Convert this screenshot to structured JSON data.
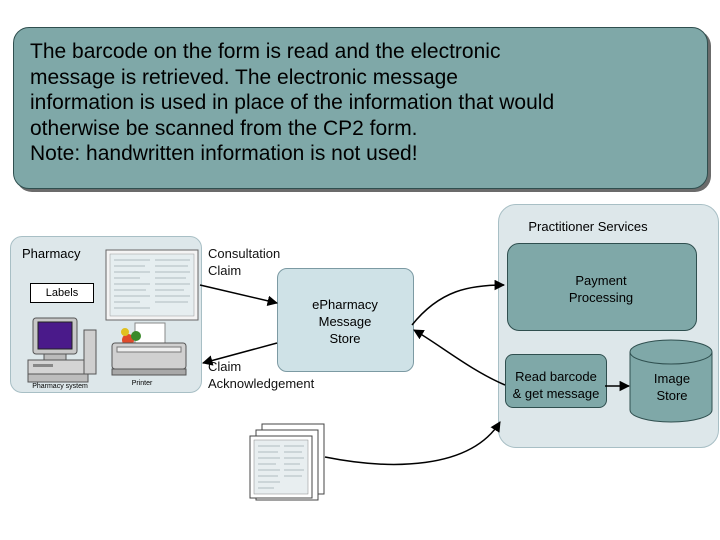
{
  "callout": {
    "text": "The barcode on the form is read and the electronic\nmessage is retrieved.  The electronic message\ninformation is used in place of the information that would\notherwise be scanned from the CP2 form.\nNote:  handwritten information is not used!"
  },
  "pharmacy": {
    "title": "Pharmacy",
    "labels_box": "Labels",
    "pharmacy_system_caption": "Pharmacy system",
    "printer_caption": "Printer"
  },
  "flows": {
    "consultation_claim": "Consultation\nClaim",
    "claim_acknowledgement": "Claim\nAcknowledgement"
  },
  "message_store": {
    "label": "ePharmacy\nMessage\nStore"
  },
  "practitioner_services": {
    "title": "Practitioner Services",
    "payment_processing": "Payment\nProcessing",
    "read_barcode": "Read barcode\n& get message",
    "image_store": "Image\nStore"
  },
  "colors": {
    "accent_teal": "#7fa8a8",
    "panel_blue": "#dde7ea",
    "store_blue": "#cfe2e7"
  }
}
